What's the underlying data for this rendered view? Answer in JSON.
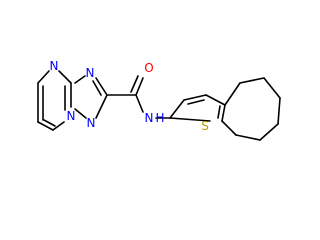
{
  "molecule": {
    "atom_labels": {
      "n_pyrimidine_top": "N",
      "n_triazole_top": "N",
      "n_bridge": "N",
      "n_triazole_bottom": "N",
      "o_carbonyl": "O",
      "n_amide": "N",
      "h_amide": "H",
      "s_thiophene": "S"
    },
    "colors": {
      "bond": "#000000",
      "nitrogen": "#0000ff",
      "oxygen": "#ff0000",
      "sulfur": "#b8a000"
    }
  }
}
